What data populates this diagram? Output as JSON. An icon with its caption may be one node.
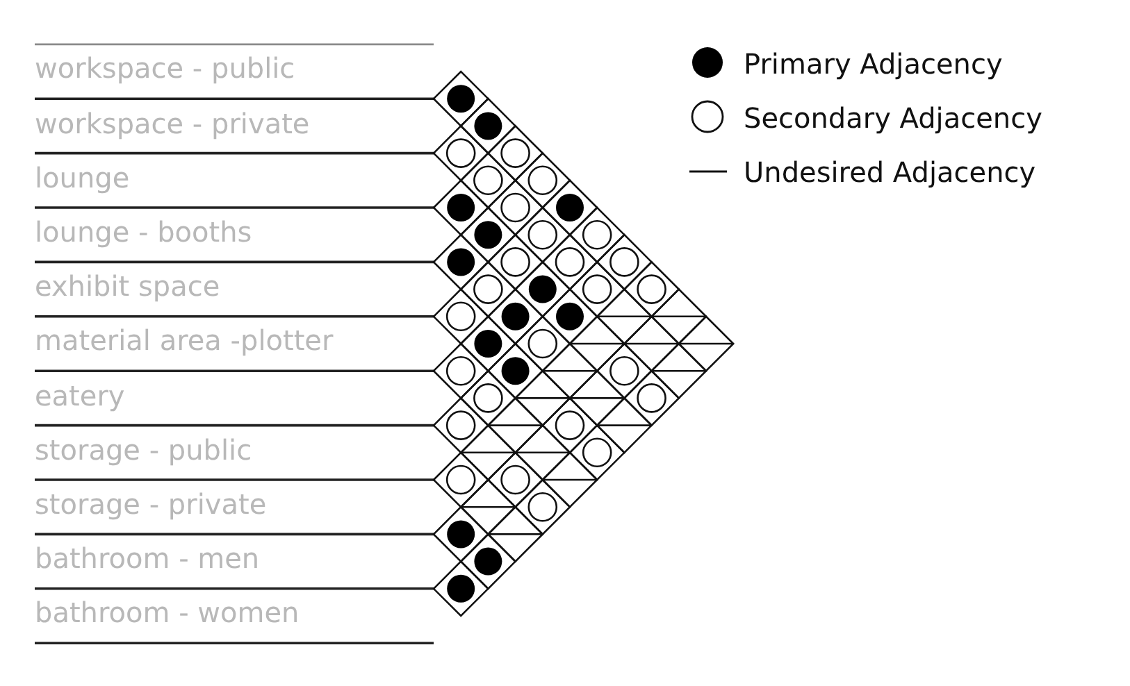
{
  "diagram": {
    "nodes": [
      {
        "text": [
          "workspace - public"
        ]
      },
      {
        "text": [
          "workspace - private"
        ]
      },
      {
        "text": [
          "lounge"
        ]
      },
      {
        "text": [
          "lounge - booths"
        ]
      },
      {
        "text": [
          "exhibit space"
        ]
      },
      {
        "text": [
          "material area -plotter"
        ]
      },
      {
        "text": [
          "eatery"
        ]
      },
      {
        "text": [
          "storage - public"
        ]
      },
      {
        "text": [
          "storage - private"
        ]
      },
      {
        "text": [
          "bathroom - men"
        ]
      },
      {
        "text": [
          "bathroom - women"
        ]
      }
    ],
    "legend": [
      {
        "text": "Primary Adjacency"
      },
      {
        "text": "Secondary Adjacency"
      },
      {
        "text": "Undesired Adjacency"
      }
    ]
  }
}
